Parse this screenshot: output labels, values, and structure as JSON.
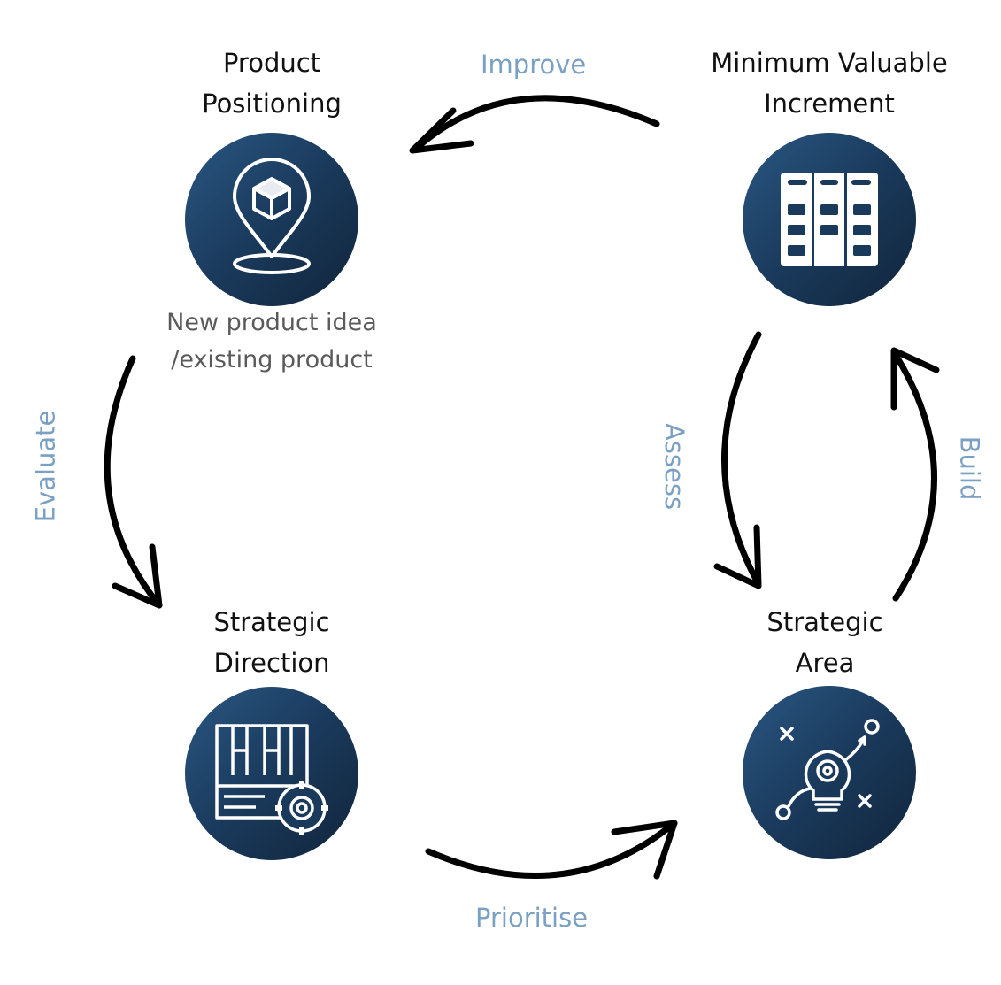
{
  "nodes": {
    "product_positioning": {
      "title_line1": "Product",
      "title_line2": "Positioning",
      "sub_line1": "New product idea",
      "sub_line2": "/existing product",
      "icon": "location-pin-box-icon"
    },
    "minimum_valuable_increment": {
      "title_line1": "Minimum Valuable",
      "title_line2": "Increment",
      "icon": "kanban-board-icon"
    },
    "strategic_direction": {
      "title_line1": "Strategic",
      "title_line2": "Direction",
      "icon": "board-gear-icon"
    },
    "strategic_area": {
      "title_line1": "Strategic",
      "title_line2": "Area",
      "icon": "lightbulb-strategy-icon"
    }
  },
  "edges": {
    "improve": "Improve",
    "evaluate": "Evaluate",
    "assess": "Assess",
    "build": "Build",
    "prioritise": "Prioritise"
  },
  "colors": {
    "edge_label": "#7aa0c4",
    "node_dark": "#1a3a5c",
    "arrow": "#000000"
  }
}
